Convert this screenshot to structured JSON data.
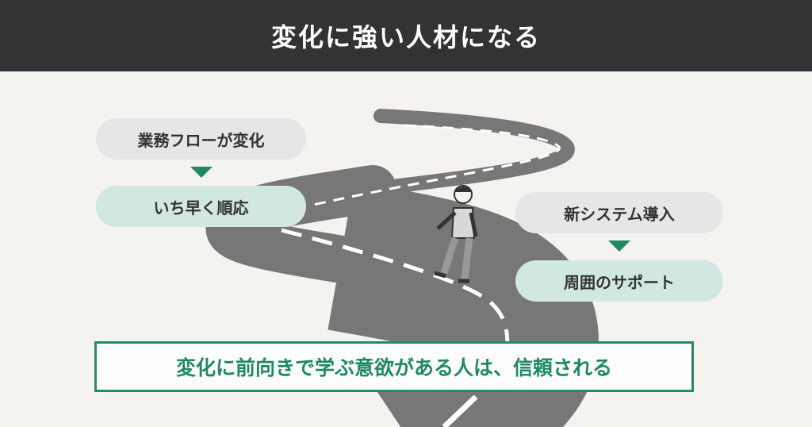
{
  "title": "変化に強い人材になる",
  "left_flow": {
    "trigger": "業務フローが変化",
    "response": "いち早く順応"
  },
  "right_flow": {
    "trigger": "新システム導入",
    "response": "周囲のサポート"
  },
  "conclusion": "変化に前向きで学ぶ意欲がある人は、信頼される",
  "colors": {
    "header": "#333333",
    "accent": "#1f8a62",
    "mint": "#d0e8df",
    "gray_pill": "#e6e6e6",
    "road": "#7a7a7a",
    "background": "#f4f3ef"
  },
  "icons": [
    "road-illustration",
    "walking-person-illustration",
    "arrow-down-icon"
  ]
}
